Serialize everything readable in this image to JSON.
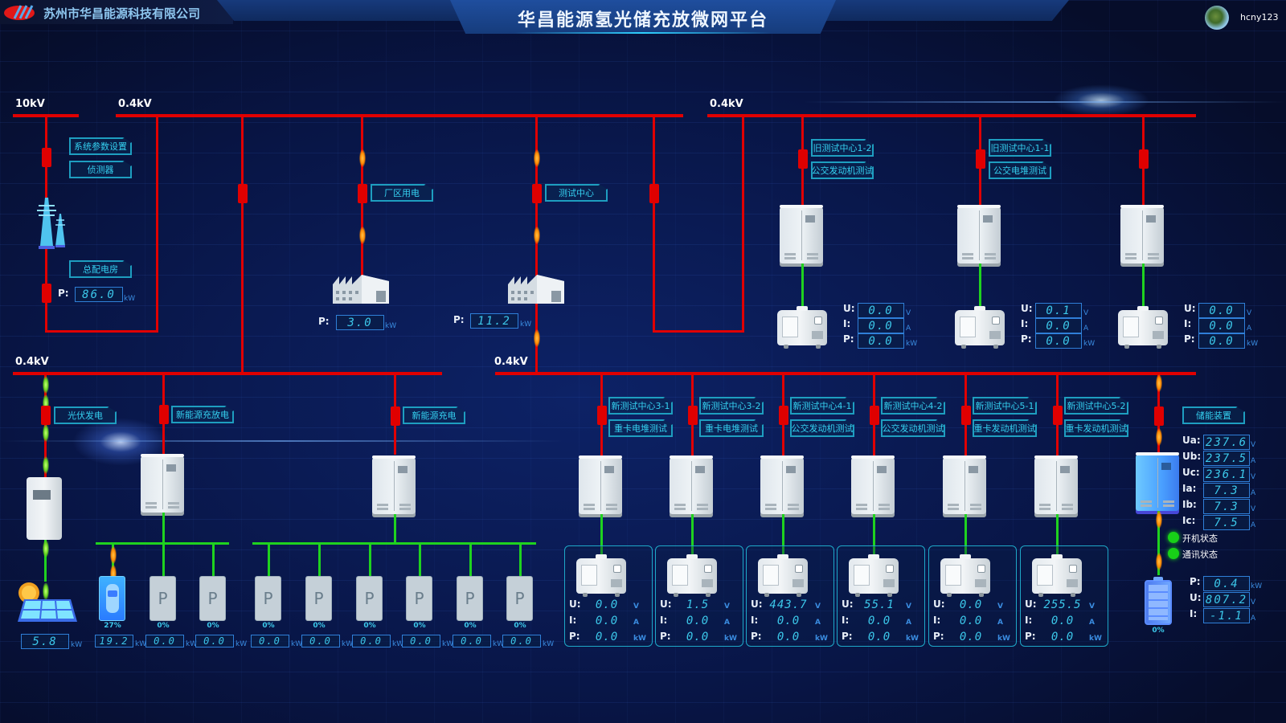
{
  "header": {
    "company": "苏州市华昌能源科技有限公司",
    "title": "华昌能源氢光储充放微网平台",
    "username": "hcny123",
    "logo_icon": "company-logo-icon",
    "avatar_icon": "globe-avatar-icon"
  },
  "colors": {
    "bus_line": "#e00000",
    "dc_line": "#1fd21f",
    "lcd_text": "#3cc8ea",
    "tag_border": "#1e9ec0",
    "status_ok": "#18d018"
  },
  "units": {
    "kw": "kW",
    "v": "V",
    "a": "A"
  },
  "labels": {
    "p": "P:",
    "u": "U:",
    "i": "I:",
    "ua": "Ua:",
    "ub": "Ub:",
    "uc": "Uc:",
    "ia": "Ia:",
    "ib": "Ib:",
    "ic": "Ic:"
  },
  "buses": {
    "hv": "10kV",
    "lv_top_left": "0.4kV",
    "lv_top_right": "0.4kV",
    "lv_bottom_left": "0.4kV",
    "lv_bottom_right": "0.4kV"
  },
  "incoming": {
    "buttons": [
      "系统参数设置",
      "侦测器"
    ],
    "room_tag": "总配电房",
    "power": "86.0"
  },
  "loads": [
    {
      "tag": "厂区用电",
      "power": "3.0"
    },
    {
      "tag": "测试中心",
      "power": "11.2"
    }
  ],
  "old_test_centers": [
    {
      "tag": "旧测试中心1-2",
      "sub": "公交发动机测试",
      "u": "0.0",
      "i": "0.0",
      "p": "0.0"
    },
    {
      "tag": "旧测试中心1-1",
      "sub": "公交电堆测试",
      "u": "0.1",
      "i": "0.0",
      "p": "0.0"
    },
    {
      "tag": "",
      "sub": "",
      "u": "0.0",
      "i": "0.0",
      "p": "0.0"
    }
  ],
  "pv": {
    "tag": "光伏发电",
    "power": "5.8"
  },
  "ev": {
    "discharge_tag": "新能源充放电",
    "charge_tag": "新能源充电",
    "chargers": [
      {
        "type": "car",
        "pct": "27%",
        "power": "19.2"
      },
      {
        "type": "P",
        "pct": "0%",
        "power": "0.0"
      },
      {
        "type": "P",
        "pct": "0%",
        "power": "0.0"
      },
      {
        "type": "P",
        "pct": "0%",
        "power": "0.0"
      },
      {
        "type": "P",
        "pct": "0%",
        "power": "0.0"
      },
      {
        "type": "P",
        "pct": "0%",
        "power": "0.0"
      },
      {
        "type": "P",
        "pct": "0%",
        "power": "0.0"
      },
      {
        "type": "P",
        "pct": "0%",
        "power": "0.0"
      },
      {
        "type": "P",
        "pct": "0%",
        "power": "0.0"
      }
    ]
  },
  "new_test_centers": [
    {
      "tag": "新测试中心3-1",
      "sub": "重卡电堆测试",
      "u": "0.0",
      "i": "0.0",
      "p": "0.0"
    },
    {
      "tag": "新测试中心3-2",
      "sub": "重卡电堆测试",
      "u": "1.5",
      "i": "0.0",
      "p": "0.0"
    },
    {
      "tag": "新测试中心4-1",
      "sub": "公交发动机测试",
      "u": "443.7",
      "i": "0.0",
      "p": "0.0"
    },
    {
      "tag": "新测试中心4-2",
      "sub": "公交发动机测试",
      "u": "55.1",
      "i": "0.0",
      "p": "0.0"
    },
    {
      "tag": "新测试中心5-1",
      "sub": "重卡发动机测试",
      "u": "0.0",
      "i": "0.0",
      "p": "0.0"
    },
    {
      "tag": "新测试中心5-2",
      "sub": "重卡发动机测试",
      "u": "255.5",
      "i": "0.0",
      "p": "0.0"
    }
  ],
  "storage": {
    "tag": "储能装置",
    "ua": "237.6",
    "ub": "237.5",
    "uc": "236.1",
    "ia": "7.3",
    "ib": "7.3",
    "ic": "7.5",
    "ua_unit": "V",
    "ub_unit": "A",
    "uc_unit": "V",
    "ia_unit": "A",
    "ib_unit": "V",
    "ic_unit": "A",
    "run_status": "开机状态",
    "comm_status": "通讯状态",
    "battery_pct": "0%",
    "p": "0.4",
    "u": "807.2",
    "i": "-1.1"
  }
}
